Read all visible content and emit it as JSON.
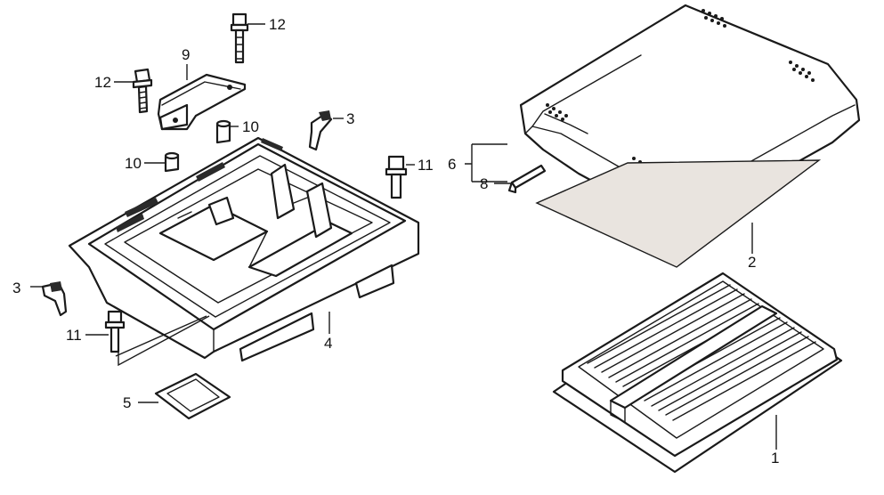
{
  "callouts": {
    "c1": "1",
    "c2": "2",
    "c3a": "3",
    "c3b": "3",
    "c4": "4",
    "c5": "5",
    "c6": "6",
    "c8": "8",
    "c9": "9",
    "c10a": "10",
    "c10b": "10",
    "c11a": "11",
    "c11b": "11",
    "c12a": "12",
    "c12b": "12"
  },
  "colors": {
    "line": "#1a1a1a",
    "paper": "#ffffff",
    "gasket_fill": "#e9e4df"
  }
}
